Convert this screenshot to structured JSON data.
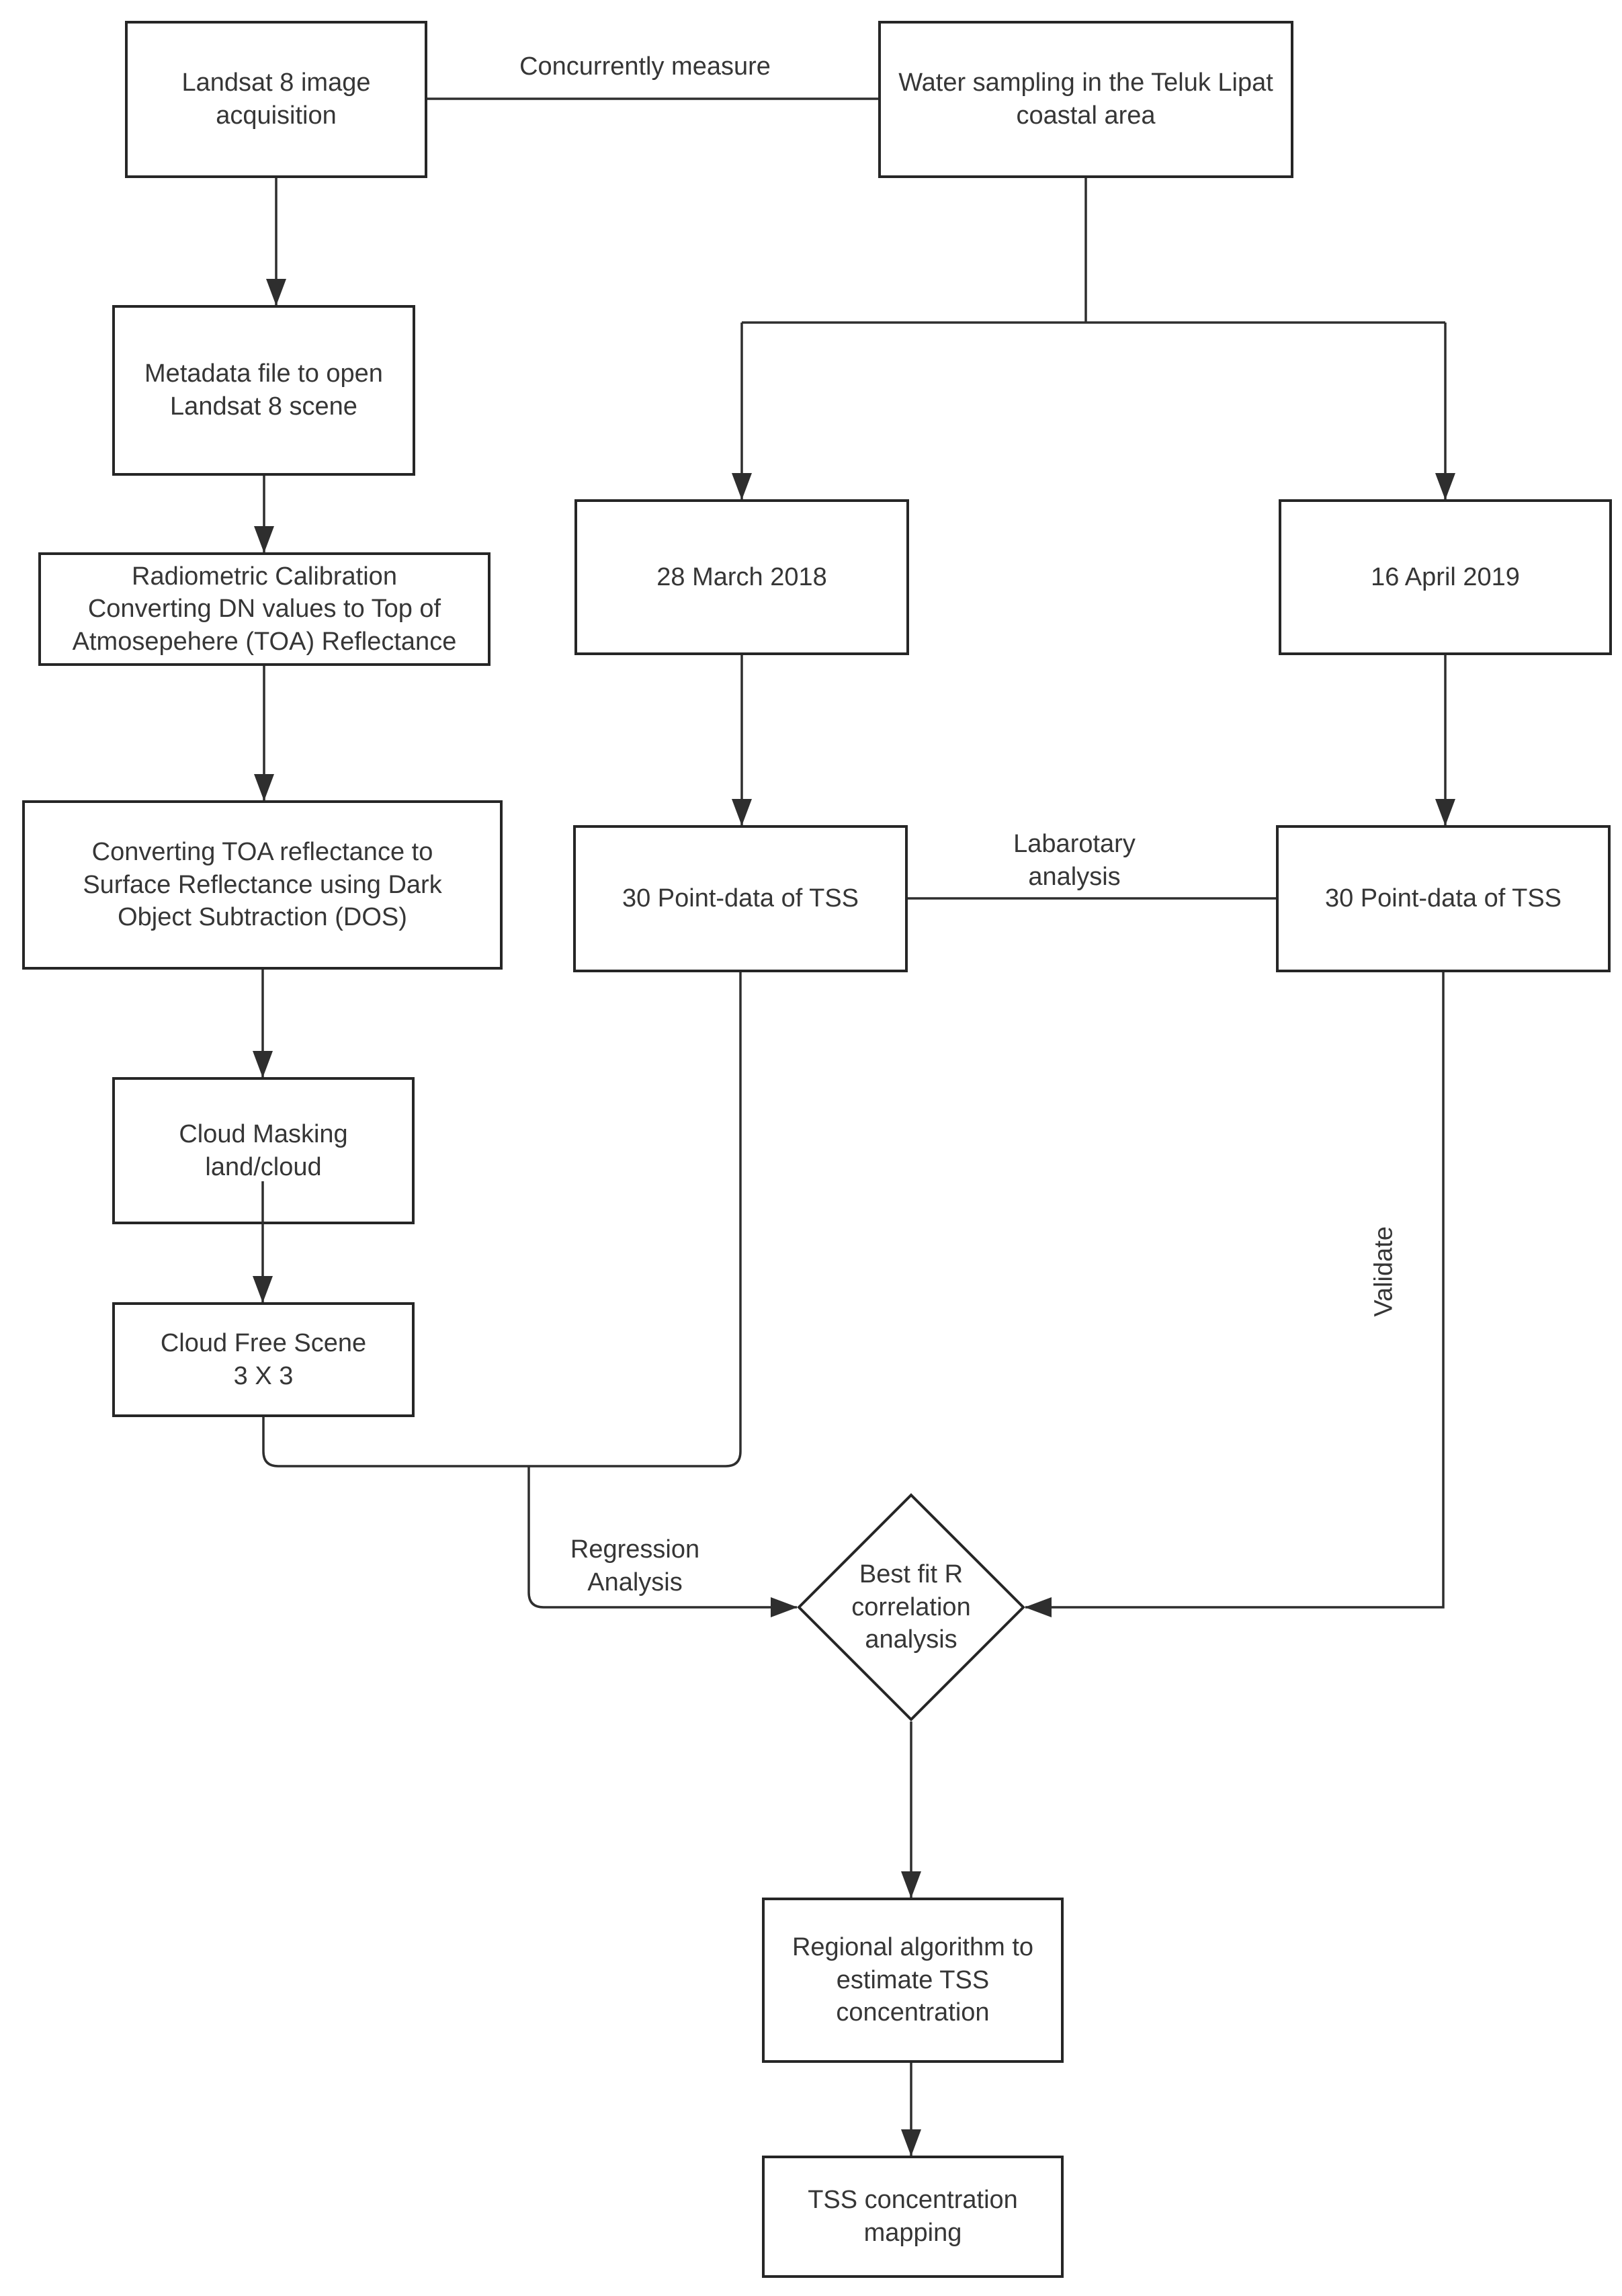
{
  "diagram": {
    "nodes": {
      "landsat": {
        "label": "Landsat 8 image\nacquisition"
      },
      "water_sampling": {
        "label": "Water sampling in the Teluk Lipat\ncoastal area"
      },
      "metadata": {
        "label": "Metadata file to open\nLandsat 8 scene"
      },
      "radiometric": {
        "label": "Radiometric Calibration\nConverting DN values to Top of\nAtmosepehere (TOA) Reflectance"
      },
      "dos": {
        "label": "Converting TOA reflectance to\nSurface Reflectance using Dark\nObject Subtraction (DOS)"
      },
      "cloud_masking": {
        "label": "Cloud Masking\nland/cloud"
      },
      "cloud_free": {
        "label": "Cloud Free Scene\n3 X 3"
      },
      "date_2018": {
        "label": "28 March 2018"
      },
      "date_2019": {
        "label": "16 April 2019"
      },
      "tss_points_2018": {
        "label": "30 Point-data of TSS"
      },
      "tss_points_2019": {
        "label": "30 Point-data of TSS"
      },
      "best_fit": {
        "label": "Best fit R\ncorrelation\nanalysis"
      },
      "regional_algorithm": {
        "label": "Regional algorithm to\nestimate TSS\nconcentration"
      },
      "tss_mapping": {
        "label": "TSS concentration\nmapping"
      }
    },
    "edge_labels": {
      "concurrently": "Concurrently measure",
      "laboratory": "Labarotary\nanalysis",
      "regression": "Regression\nAnalysis",
      "validate": "Validate"
    },
    "colors": {
      "border": "#262626",
      "line": "#2e2e2e",
      "text": "#363636",
      "background": "#ffffff"
    }
  }
}
